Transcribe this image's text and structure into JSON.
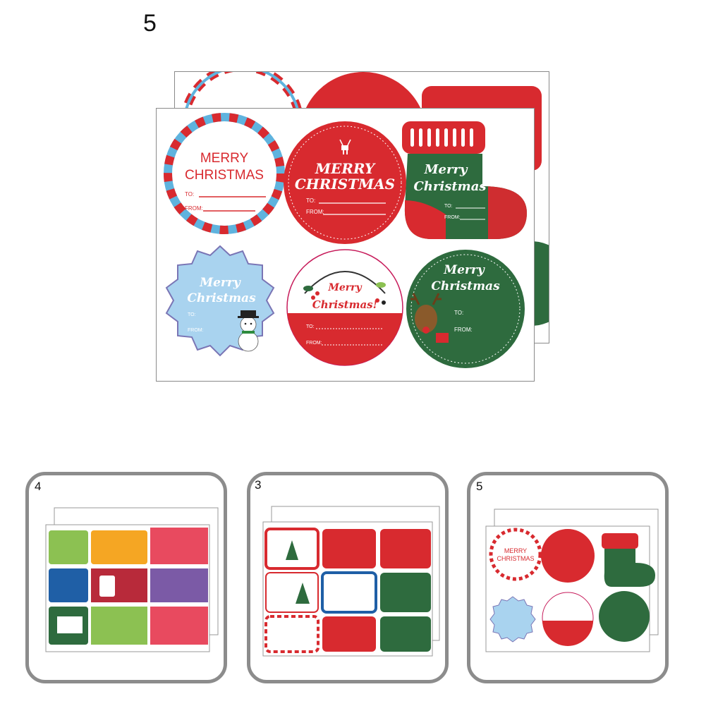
{
  "main_variant_number": "5",
  "stickers": {
    "merry": "MERRY",
    "christmas_caps": "CHRISTMAS",
    "merry_mixed": "Merry",
    "christmas_mixed": "Christmas",
    "christmas_excl": "Christmas!",
    "to": "TO:",
    "from": "FROM:"
  },
  "thumbnails": [
    {
      "number": "4"
    },
    {
      "number": "3"
    },
    {
      "number": "5"
    }
  ],
  "colors": {
    "red": "#d82a2f",
    "green": "#2e6b3e",
    "light_blue": "#a9d3ef",
    "stripe_blue": "#5fb3de",
    "border_gray": "#8c8c8c"
  }
}
